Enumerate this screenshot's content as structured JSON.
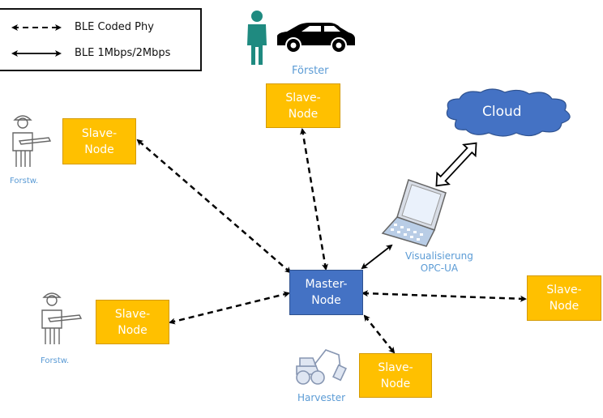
{
  "legend": {
    "items": [
      {
        "style": "dashed-double-arrow",
        "label": "BLE Coded Phy"
      },
      {
        "style": "solid-double-arrow",
        "label": "BLE 1Mbps/2Mbps"
      }
    ]
  },
  "nodes": {
    "master": "Master-\nNode",
    "slave_foerster": "Slave-\nNode",
    "slave_forstw_top": "Slave-\nNode",
    "slave_forstw_bottom": "Slave-\nNode",
    "slave_right": "Slave-\nNode",
    "slave_harvester": "Slave-\nNode"
  },
  "labels": {
    "foerster": "Förster",
    "forstw_top": "Forstw.",
    "forstw_bottom": "Forstw.",
    "harvester": "Harvester",
    "visualisierung": "Visualisierung\nOPC-UA",
    "cloud": "Cloud"
  },
  "icons": {
    "person": "person-icon",
    "car": "car-icon",
    "forestry-worker": "forestry-worker-chainsaw-icon",
    "harvester": "harvester-machine-icon",
    "laptop": "laptop-icon",
    "cloud": "cloud-icon"
  },
  "colors": {
    "slave": "#FFC000",
    "master": "#4472C4",
    "cloud": "#4472C4",
    "label": "#5B9BD5",
    "person": "#1F8A80"
  }
}
